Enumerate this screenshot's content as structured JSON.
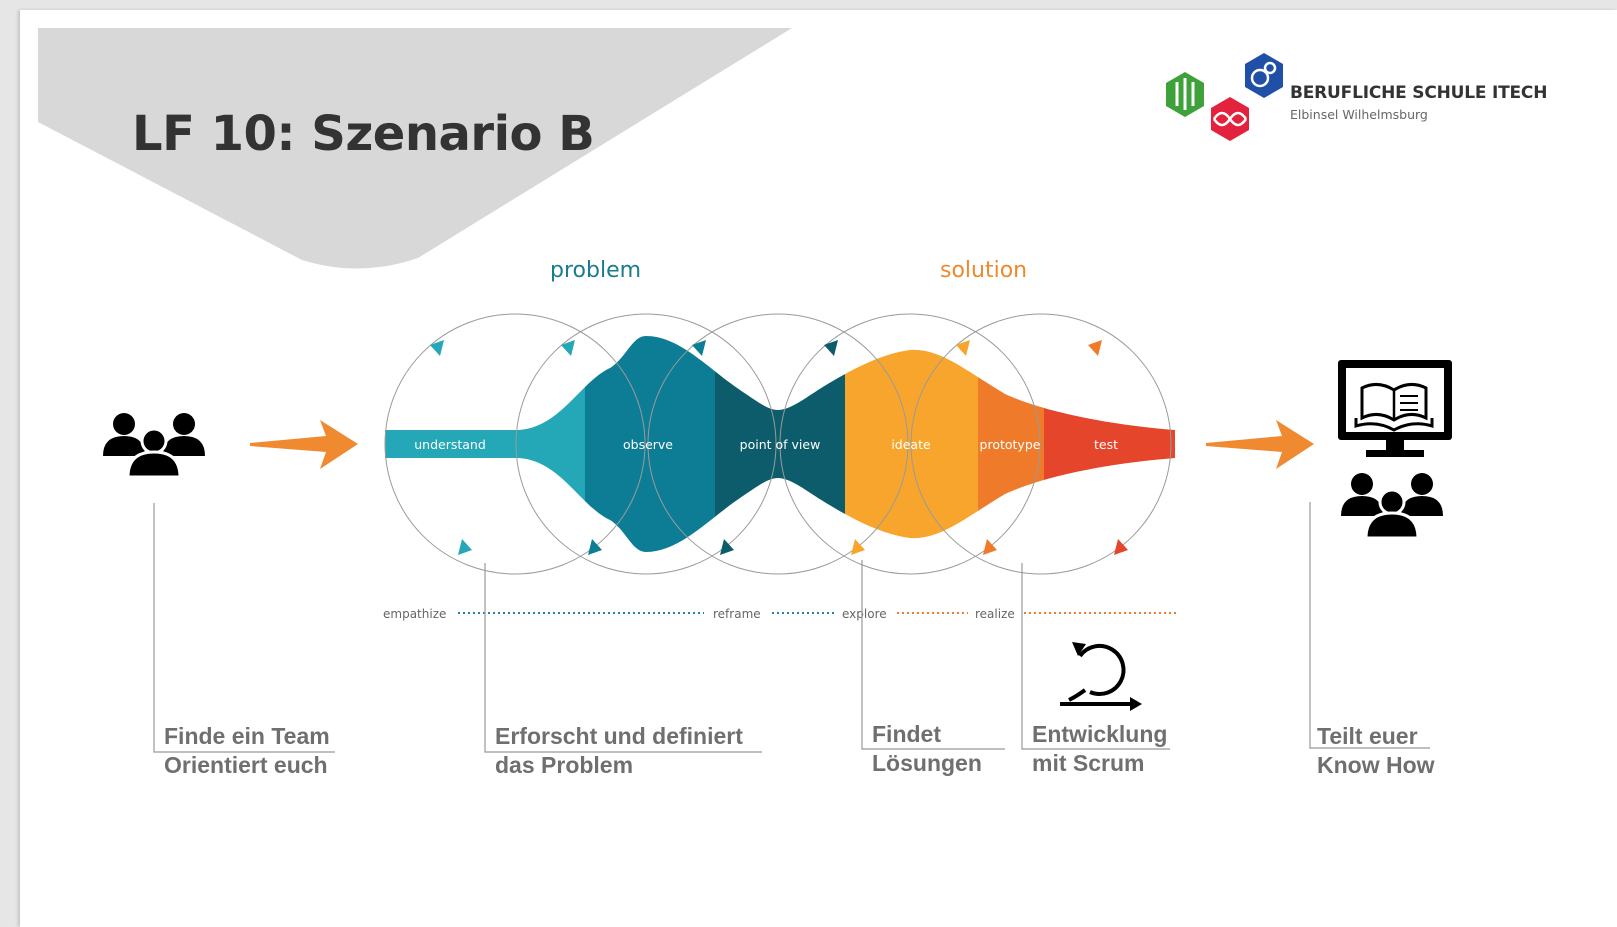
{
  "title": "LF 10: Szenario B",
  "logo": {
    "name": "BERUFLICHE SCHULE ITECH",
    "subtitle": "Elbinsel Wilhelmsburg",
    "colors": {
      "green": "#3ea13a",
      "red": "#e3233d",
      "blue": "#1f4fa6"
    }
  },
  "phases": {
    "problem": "problem",
    "solution": "solution"
  },
  "stages": [
    {
      "label": "understand",
      "color": "#24a8b7"
    },
    {
      "label": "observe",
      "color": "#0d7d96"
    },
    {
      "label": "point of view",
      "color": "#0c5c6c"
    },
    {
      "label": "ideate",
      "color": "#f7a52c"
    },
    {
      "label": "prototype",
      "color": "#ee7a2a"
    },
    {
      "label": "test",
      "color": "#e5452a"
    }
  ],
  "modes": [
    "empathize",
    "reframe",
    "explore",
    "realize"
  ],
  "captions": [
    {
      "line1": "Finde ein Team",
      "line2": "Orientiert euch"
    },
    {
      "line1": "Erforscht und definiert",
      "line2": "das Problem"
    },
    {
      "line1": "Findet",
      "line2": "Lösungen"
    },
    {
      "line1": "Entwicklung",
      "line2": "mit Scrum"
    },
    {
      "line1": "Teilt euer",
      "line2": "Know How"
    }
  ],
  "icons": [
    "team-icon",
    "arrow-right-icon",
    "monitor-book-icon",
    "scrum-cycle-icon"
  ],
  "colors": {
    "teal": "#1a7c8c",
    "orange": "#ee8a2c",
    "arrow": "#f08a30",
    "banner": "#d8d8d8"
  }
}
